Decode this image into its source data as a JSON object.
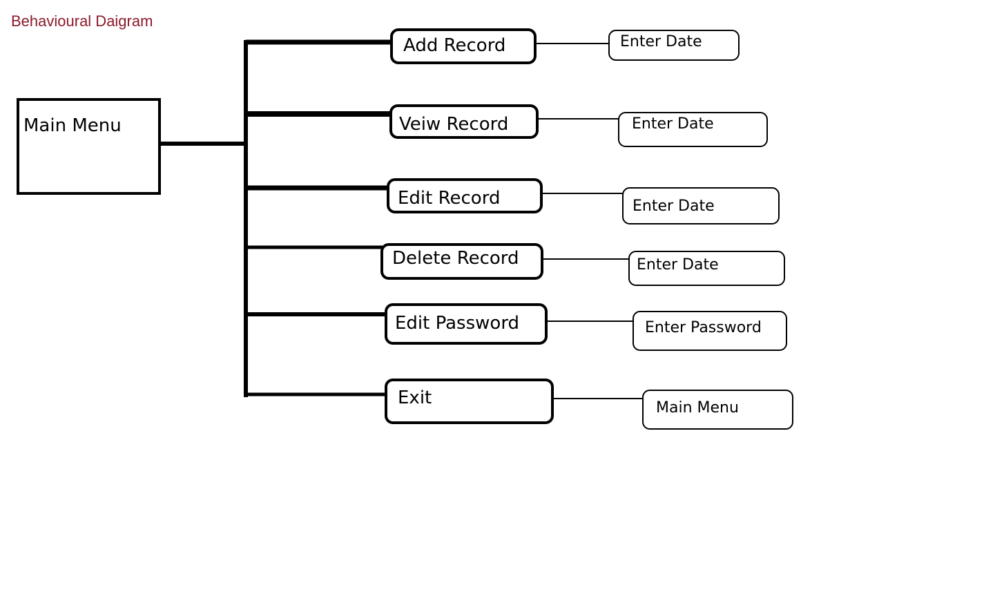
{
  "title": "Behavioural Daigram",
  "colors": {
    "title": "#8b1a2b",
    "stroke": "#000000",
    "background": "#ffffff"
  },
  "root": {
    "label": "Main Menu"
  },
  "menu_items": [
    {
      "label": "Add Record",
      "target": "Enter Date"
    },
    {
      "label": "Veiw Record",
      "target": "Enter Date"
    },
    {
      "label": "Edit Record",
      "target": "Enter Date"
    },
    {
      "label": "Delete Record",
      "target": "Enter Date"
    },
    {
      "label": "Edit Password",
      "target": "Enter Password"
    },
    {
      "label": "Exit",
      "target": "Main Menu"
    }
  ]
}
